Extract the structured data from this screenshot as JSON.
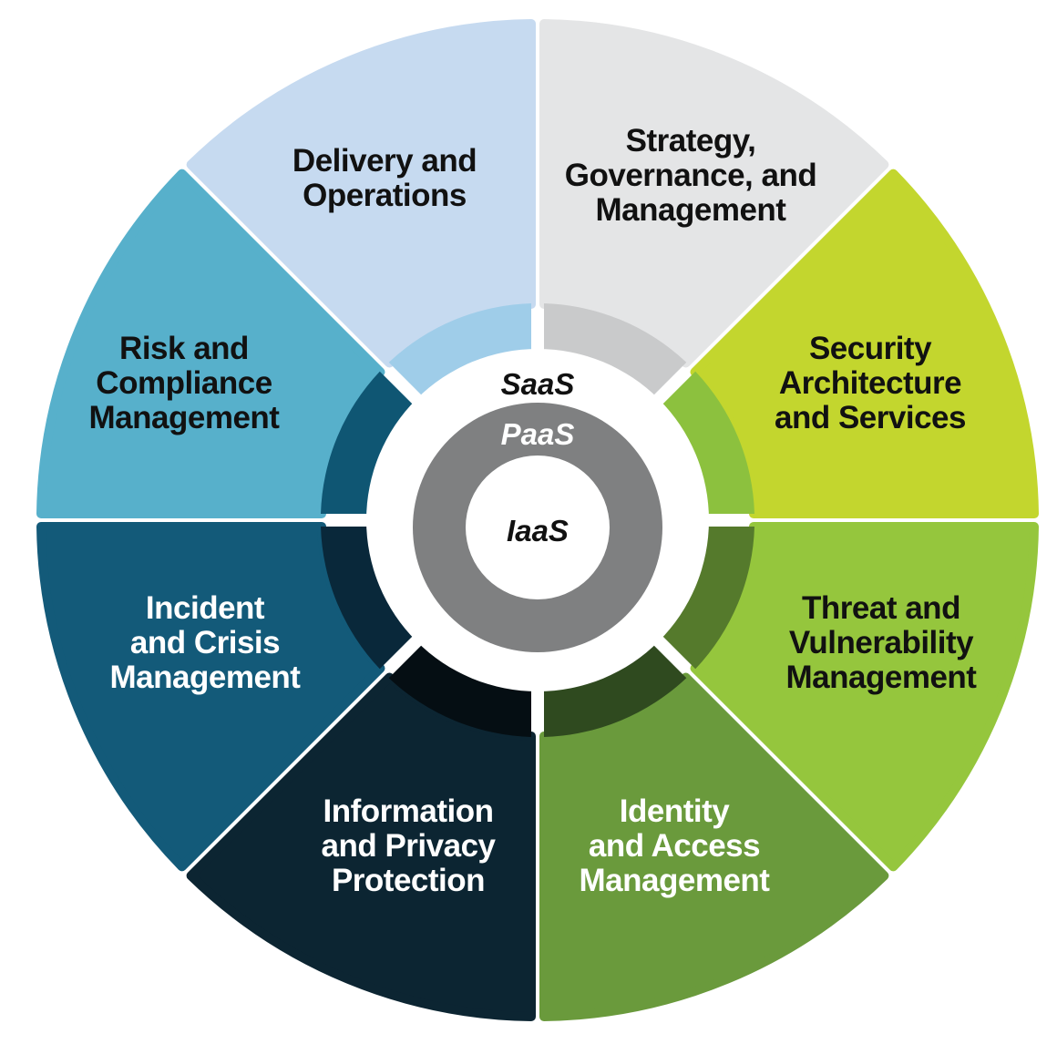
{
  "segments": [
    {
      "id": "strategy",
      "lines": [
        "Strategy,",
        "Governance, and",
        "Management"
      ],
      "outer_color": "#e4e5e6",
      "band_color": "#c9cacb",
      "text_color": "#111111"
    },
    {
      "id": "security-architecture",
      "lines": [
        "Security",
        "Architecture",
        "and Services"
      ],
      "outer_color": "#c3d62e",
      "band_color": "#8cc13e",
      "text_color": "#111111"
    },
    {
      "id": "threat-vulnerability",
      "lines": [
        "Threat and",
        "Vulnerability",
        "Management"
      ],
      "outer_color": "#95c63d",
      "band_color": "#557a2c",
      "text_color": "#111111"
    },
    {
      "id": "identity-access",
      "lines": [
        "Identity",
        "and Access",
        "Management"
      ],
      "outer_color": "#6a9a3c",
      "band_color": "#2f4a1f",
      "text_color": "#ffffff"
    },
    {
      "id": "information-privacy",
      "lines": [
        "Information",
        "and Privacy",
        "Protection"
      ],
      "outer_color": "#0c2532",
      "band_color": "#050e13",
      "text_color": "#ffffff"
    },
    {
      "id": "incident-crisis",
      "lines": [
        "Incident",
        "and Crisis",
        "Management"
      ],
      "outer_color": "#135a79",
      "band_color": "#09283a",
      "text_color": "#ffffff"
    },
    {
      "id": "risk-compliance",
      "lines": [
        "Risk and",
        "Compliance",
        "Management"
      ],
      "outer_color": "#57b0cb",
      "band_color": "#0f5673",
      "text_color": "#111111"
    },
    {
      "id": "delivery-operations",
      "lines": [
        "Delivery and",
        "Operations"
      ],
      "outer_color": "#c6daf0",
      "band_color": "#9fcde9",
      "text_color": "#111111"
    }
  ],
  "rings": {
    "saas": "SaaS",
    "paas": "PaaS",
    "iaas": "IaaS",
    "saas_color": "#111111",
    "paas_color": "#ffffff",
    "iaas_color": "#111111",
    "paas_ring_color": "#7f8081",
    "inner_fill": "#ffffff"
  }
}
